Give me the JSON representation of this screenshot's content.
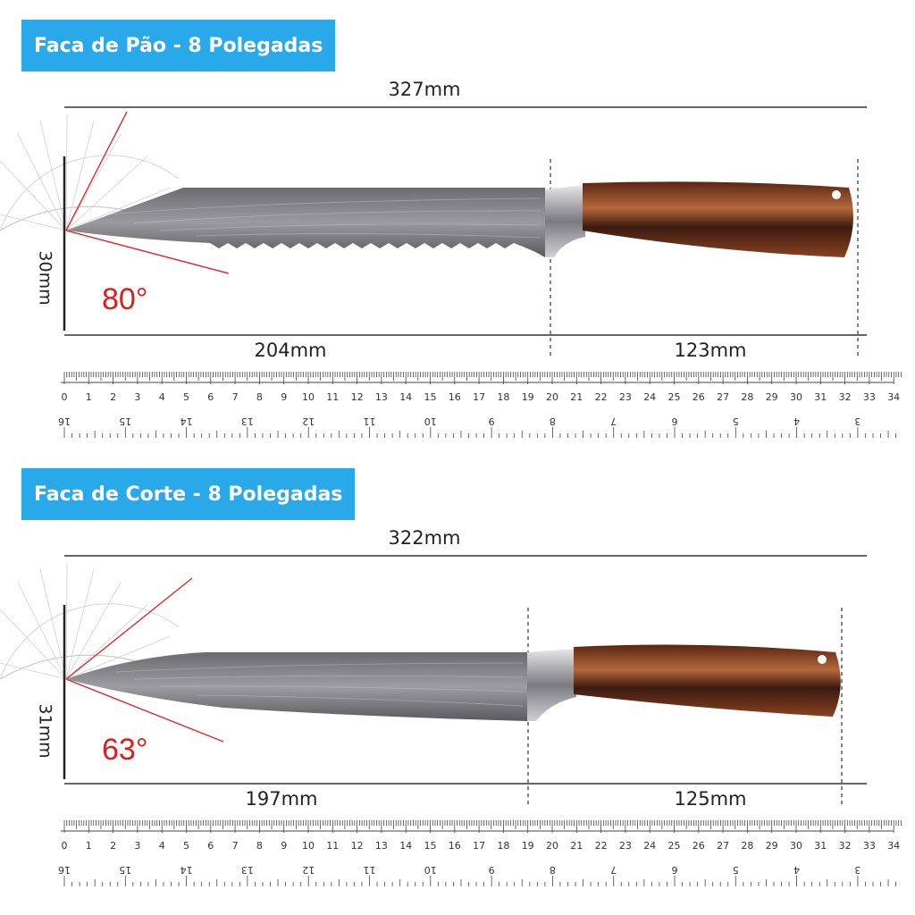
{
  "knives": [
    {
      "title": "Faca de Pão - 8 Polegadas",
      "total_length": "327mm",
      "blade_length": "204mm",
      "handle_length": "123mm",
      "blade_height": "30mm",
      "angle": "80°"
    },
    {
      "title": "Faca de Corte - 8 Polegadas",
      "total_length": "322mm",
      "blade_length": "197mm",
      "handle_length": "125mm",
      "blade_height": "31mm",
      "angle": "63°"
    }
  ],
  "ruler": {
    "top_numbers": [
      "0",
      "1",
      "2",
      "3",
      "4",
      "5",
      "6",
      "7",
      "8",
      "9",
      "10",
      "11",
      "12",
      "13",
      "14",
      "15",
      "16",
      "17",
      "18",
      "19",
      "20",
      "21",
      "22",
      "23",
      "24",
      "25",
      "26",
      "27",
      "28",
      "29",
      "30",
      "31",
      "32",
      "33",
      "34"
    ],
    "bottom_numbers": [
      "16",
      "15",
      "14",
      "13",
      "12",
      "11",
      "10",
      "9",
      "8",
      "7",
      "6",
      "5",
      "4",
      "3"
    ]
  },
  "colors": {
    "badge": "#29a8ea",
    "angle_line": "#e0262b",
    "handle_dark": "#3a1a10",
    "handle_mid": "#7a3a1c",
    "handle_light": "#b5683a",
    "blade": "#7d7d80"
  }
}
